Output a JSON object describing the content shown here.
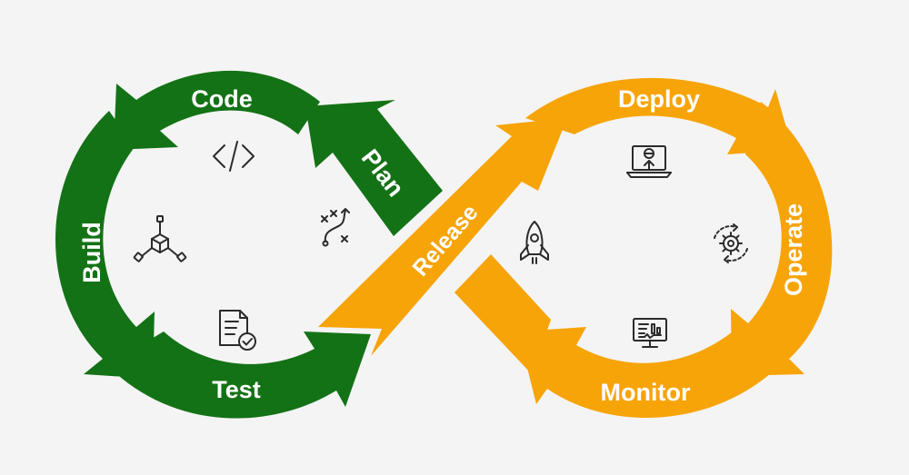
{
  "colors": {
    "dev_green": "#147216",
    "ops_orange": "#f7a409",
    "background": "#f4f4f4",
    "label": "#ffffff",
    "monitor_label": "#f6ead2",
    "icon": "#2b2b2b"
  },
  "stages": {
    "plan": {
      "label": "Plan",
      "icon": "strategy-path-icon"
    },
    "code": {
      "label": "Code",
      "icon": "code-brackets-icon"
    },
    "build": {
      "label": "Build",
      "icon": "build-components-icon"
    },
    "test": {
      "label": "Test",
      "icon": "test-document-check-icon"
    },
    "release": {
      "label": "Release",
      "icon": "rocket-icon"
    },
    "deploy": {
      "label": "Deploy",
      "icon": "laptop-upload-icon"
    },
    "operate": {
      "label": "Operate",
      "icon": "gear-cycle-icon"
    },
    "monitor": {
      "label": "Monitor",
      "icon": "monitor-dashboard-icon"
    }
  }
}
